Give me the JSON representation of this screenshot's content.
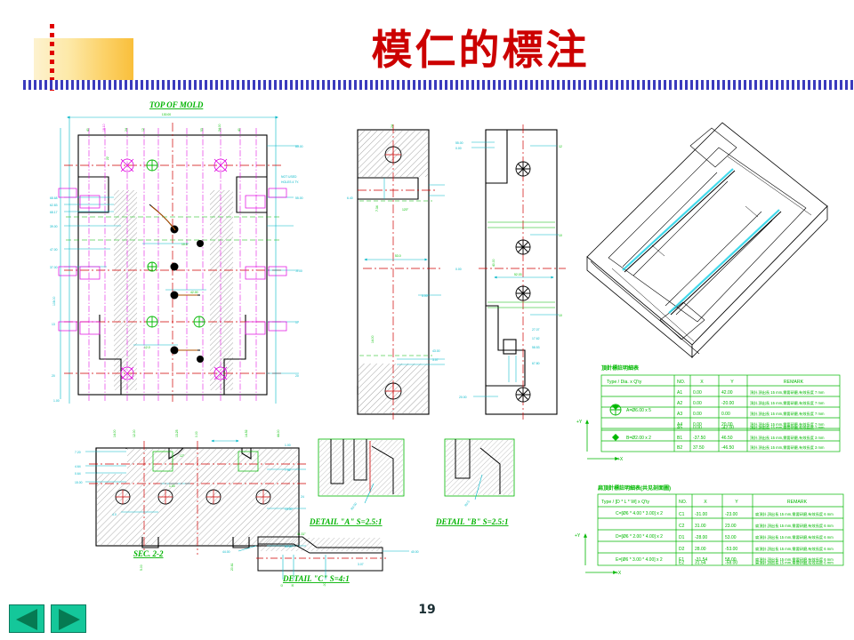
{
  "slide": {
    "title": "模仁的標注",
    "page_number": "19",
    "title_color": "#cc0000",
    "accent_blue": "#3b3bbd",
    "accent_red": "#e00000",
    "cad_green": "#00b800",
    "cad_cyan": "#00b7c8",
    "cad_magenta": "#e000e0"
  },
  "footer": {
    "prev_label": "prev-slide",
    "next_label": "next-slide"
  },
  "drawing": {
    "main_view_label": "TOP OF MOLD",
    "top_dimension": "130.00",
    "section_label": "SEC. 2-2",
    "details": [
      {
        "label": "DETAIL \"A\"  S=2.5:1"
      },
      {
        "label": "DETAIL \"B\"  S=2.5:1"
      },
      {
        "label": "DETAIL \"C\"  S=4:1"
      }
    ],
    "axis_markers": {
      "y": "+Y",
      "x": "+X"
    }
  },
  "table_ejector": {
    "caption": "頂針標註明細表",
    "headers": [
      "Type / Dia. x Q'ty",
      "NO.",
      "X",
      "Y",
      "REMARK"
    ],
    "groups": [
      {
        "type": "A=Ø6.00  x 5",
        "icon": "ejector-pin-icon"
      },
      {
        "type": "B=Ø2.00  x 2",
        "icon": "ejector-blade-icon"
      }
    ],
    "rows": [
      {
        "no": "A1",
        "x": "0.00",
        "y": "42.00",
        "remark": "頂針,頂出長 15 mm,需要研磨,有效長度 7 mm"
      },
      {
        "no": "A2",
        "x": "0.00",
        "y": "-20.00",
        "remark": "頂針,頂出長 15 mm,需要研磨,有效長度 7 mm"
      },
      {
        "no": "A3",
        "x": "0.00",
        "y": "0.00",
        "remark": "頂針,頂出長 15 mm,需要研磨,有效長度 7 mm"
      },
      {
        "no": "A4",
        "x": "0.00",
        "y": "20.00",
        "remark": "頂針,頂出長 15 mm,需要研磨,有效長度 7 mm"
      },
      {
        "no": "A5",
        "x": "0.00",
        "y": "-42.00",
        "remark": "頂針,頂出長 15 mm,需要研磨,有效長度 7 mm"
      },
      {
        "no": "B1",
        "x": "-37.50",
        "y": "46.50",
        "remark": "頂針,頂出長 15 mm,需要研磨,有效長度 3 mm"
      },
      {
        "no": "B2",
        "x": "37.50",
        "y": "-46.50",
        "remark": "頂針,頂出長 15 mm,需要研磨,有效長度 3 mm"
      }
    ]
  },
  "table_blade": {
    "caption": "扁頂針標註明細表(共见剖面圖)",
    "headers": [
      "Type / [D * L * W] x Q'ty",
      "NO.",
      "X",
      "Y",
      "REMARK"
    ],
    "groups": [
      {
        "type": "C=[Ø6 * 4.00 * 3.00] x 2"
      },
      {
        "type": "D=[Ø6 * 2.00 * 4.00] x 2"
      },
      {
        "type": "E=[Ø6 * 3.00 * 4.00] x 2"
      }
    ],
    "rows": [
      {
        "no": "C1",
        "x": "-31.00",
        "y": "-23.00",
        "remark": "扁頂針,頂出長 15 mm,需要研磨,有效長度 6 mm"
      },
      {
        "no": "C2",
        "x": "31.00",
        "y": "23.00",
        "remark": "扁頂針,頂出長 15 mm,需要研磨,有效長度 6 mm"
      },
      {
        "no": "D1",
        "x": "-28.00",
        "y": "53.00",
        "remark": "扁頂針,頂出長 15 mm,需要研磨,有效長度 6 mm"
      },
      {
        "no": "D2",
        "x": "28.00",
        "y": "-53.00",
        "remark": "扁頂針,頂出長 15 mm,需要研磨,有效長度 6 mm"
      },
      {
        "no": "E1",
        "x": "-31.54",
        "y": "58.00",
        "remark": "扁頂針,頂出長 15 mm,需要研磨,有效長度 6 mm"
      },
      {
        "no": "E2",
        "x": "31.54",
        "y": "-58.00",
        "remark": "扁頂針,頂出長 15 mm,需要研磨,有效長度 6 mm"
      }
    ]
  },
  "dimensions": {
    "main_left": [
      "68.68",
      "62.83",
      "68.17",
      "39.00",
      "47.00",
      "37.00",
      "13",
      "20",
      "1.00"
    ],
    "main_right": [
      "85.00",
      "55.00",
      "40.00",
      "20",
      "-0.00",
      "1.75"
    ],
    "section_a": [
      "6.40",
      "5.00",
      "53.00",
      "3.07",
      "120°",
      "7.34"
    ],
    "section_b": [
      "55.00",
      "0.00",
      "52.03",
      "27.07",
      "17.62",
      "58.53",
      "67.80",
      "20.00"
    ],
    "detail_c": [
      "11.31°",
      "40.00",
      "3.07",
      "44.00"
    ],
    "bottom_view": [
      "7.20",
      "4.64",
      "0.64",
      "15.00",
      "1.00",
      "7.92",
      "13.00",
      "45.00",
      "24"
    ]
  }
}
